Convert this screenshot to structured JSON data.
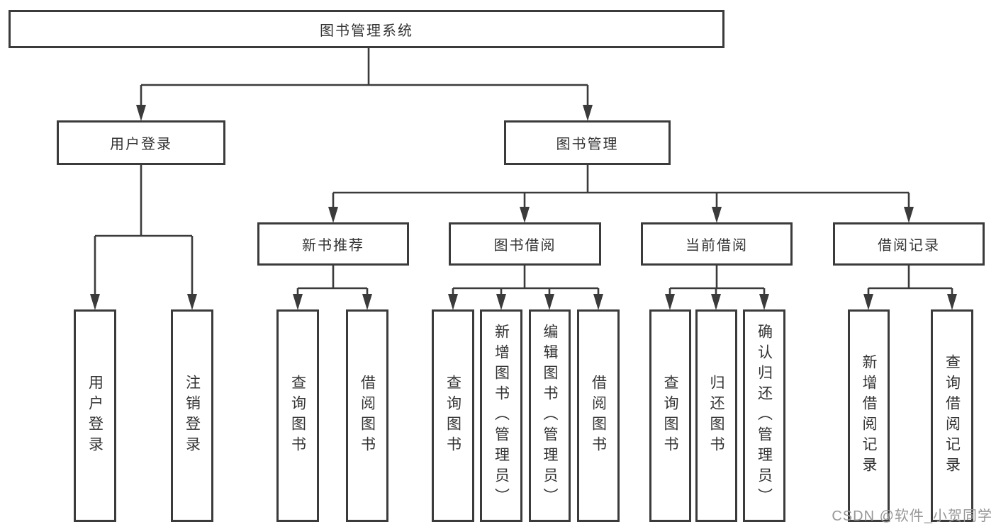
{
  "diagram": {
    "title": "图书管理系统",
    "branches": {
      "user_login": {
        "label": "用户登录",
        "children": [
          {
            "label": "用户登录"
          },
          {
            "label": "注销登录"
          }
        ]
      },
      "book_mgmt": {
        "label": "图书管理",
        "modules": [
          {
            "label": "新书推荐",
            "children": [
              {
                "label": "查询图书"
              },
              {
                "label": "借阅图书"
              }
            ]
          },
          {
            "label": "图书借阅",
            "children": [
              {
                "label": "查询图书"
              },
              {
                "label": "新增图书（管理员）"
              },
              {
                "label": "编辑图书（管理员）"
              },
              {
                "label": "借阅图书"
              }
            ]
          },
          {
            "label": "当前借阅",
            "children": [
              {
                "label": "查询图书"
              },
              {
                "label": "归还图书"
              },
              {
                "label": "确认归还（管理员）"
              }
            ]
          },
          {
            "label": "借阅记录",
            "children": [
              {
                "label": "新增借阅记录"
              },
              {
                "label": "查询借阅记录"
              }
            ]
          }
        ]
      }
    },
    "watermark": "CSDN @软件_小贺同学"
  },
  "colors": {
    "line": "#3b3b3b",
    "text": "#333333",
    "watermark": "#979797"
  }
}
